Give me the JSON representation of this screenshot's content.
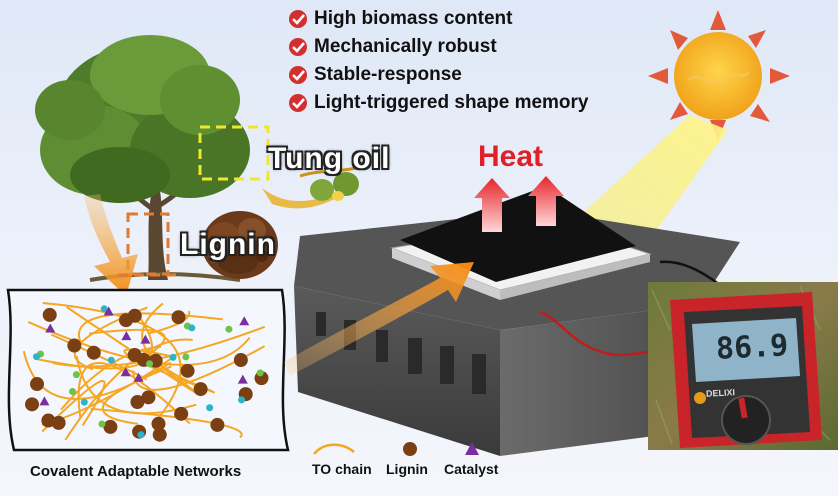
{
  "features": [
    "High biomass content",
    "Mechanically robust",
    "Stable-response",
    "Light-triggered shape memory"
  ],
  "labels": {
    "tung_oil": "Tung oil",
    "lignin": "Lignin",
    "heat": "Heat",
    "network_caption": "Covalent Adaptable Networks"
  },
  "legend": {
    "to_chain": "TO chain",
    "lignin": "Lignin",
    "catalyst": "Catalyst"
  },
  "multimeter": {
    "reading": "86.9",
    "brand": "DELIXI"
  },
  "colors": {
    "check": "#d32f2f",
    "heat_text": "#e21f26",
    "chain": "#f5a623",
    "lignin_dot": "#7b3f14",
    "catalyst": "#7a2fa0",
    "sun": "#f6b21b",
    "sun_rays": "#e35a3a"
  }
}
